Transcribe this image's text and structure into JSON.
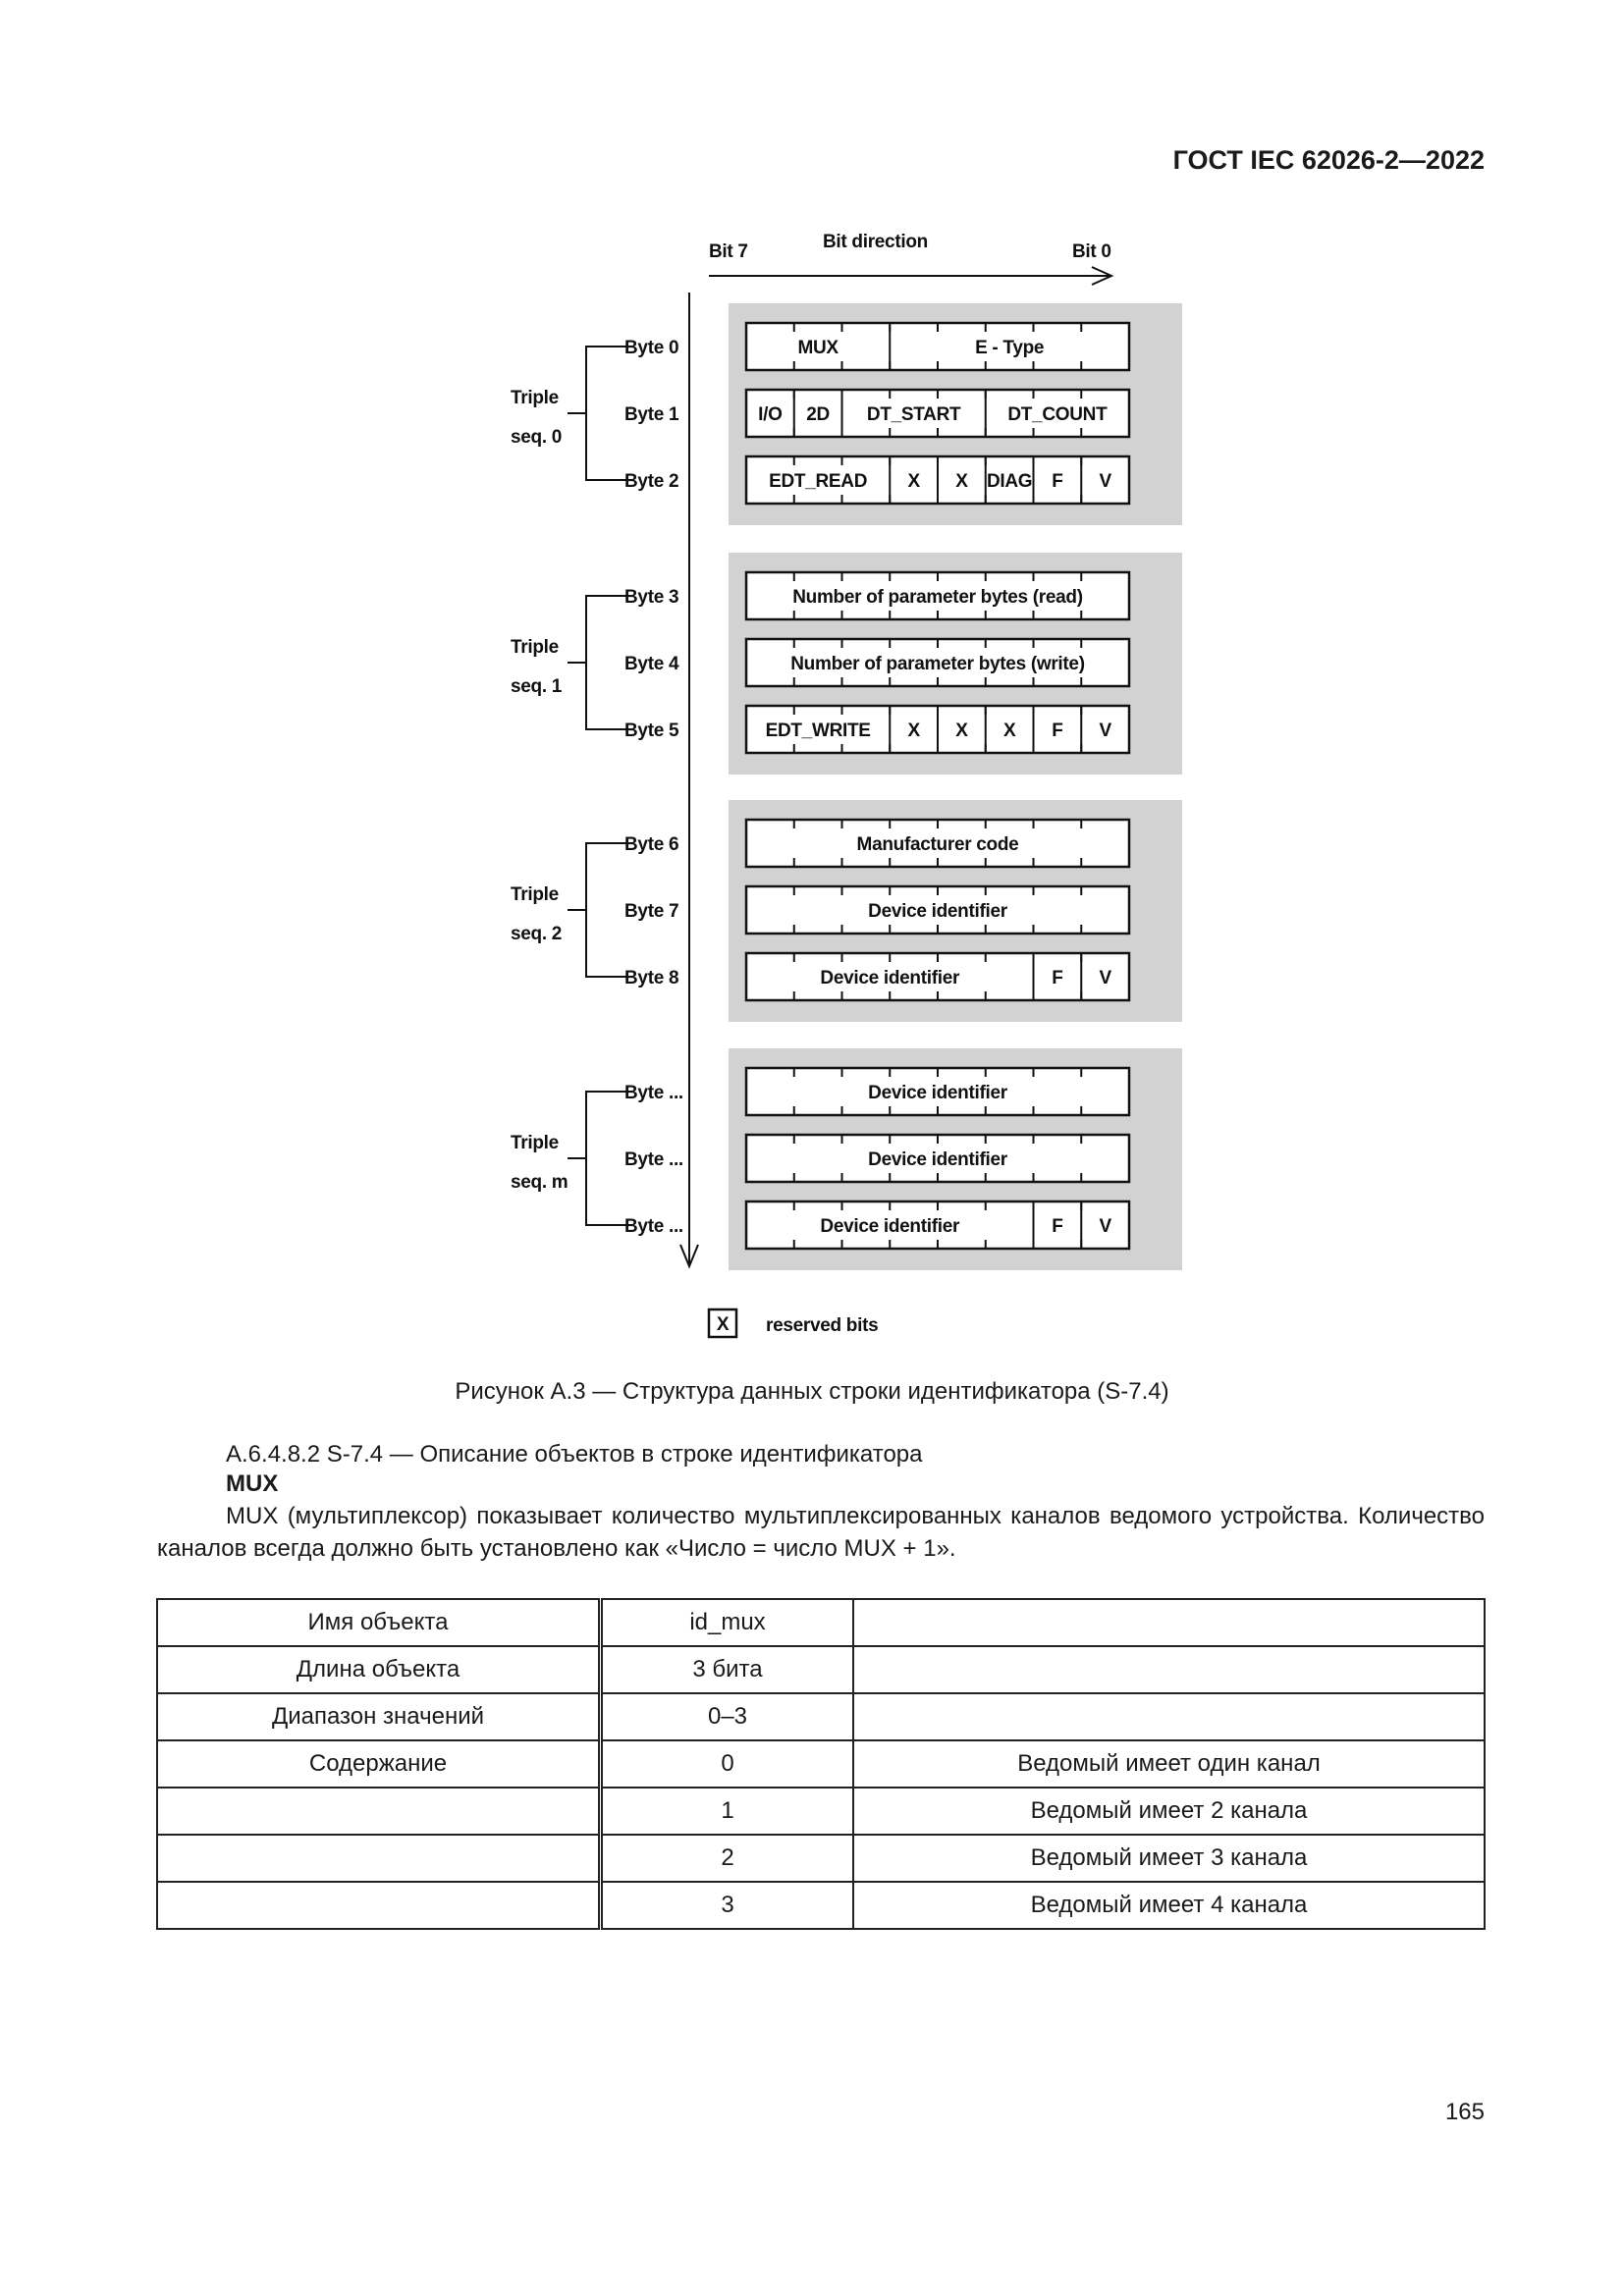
{
  "header": {
    "standard": "ГОСТ IEC 62026-2—2022"
  },
  "figure": {
    "bit_left": "Bit 7",
    "bit_direction": "Bit direction",
    "bit_right": "Bit 0",
    "groups": [
      {
        "name_line1": "Triple",
        "name_line2": "seq. 0",
        "rows": [
          {
            "label": "Byte 0",
            "fields": [
              {
                "text": "MUX",
                "bits": 3
              },
              {
                "text": "E - Type",
                "bits": 5
              }
            ]
          },
          {
            "label": "Byte 1",
            "fields": [
              {
                "text": "I/O",
                "bits": 1
              },
              {
                "text": "2D",
                "bits": 1
              },
              {
                "text": "DT_START",
                "bits": 3
              },
              {
                "text": "DT_COUNT",
                "bits": 3
              }
            ]
          },
          {
            "label": "Byte 2",
            "fields": [
              {
                "text": "EDT_READ",
                "bits": 3
              },
              {
                "text": "X",
                "bits": 1
              },
              {
                "text": "X",
                "bits": 1
              },
              {
                "text": "DIAG",
                "bits": 1
              },
              {
                "text": "F",
                "bits": 1
              },
              {
                "text": "V",
                "bits": 1
              }
            ]
          }
        ]
      },
      {
        "name_line1": "Triple",
        "name_line2": "seq. 1",
        "rows": [
          {
            "label": "Byte 3",
            "fields": [
              {
                "text": "Number of parameter bytes (read)",
                "bits": 8
              }
            ]
          },
          {
            "label": "Byte 4",
            "fields": [
              {
                "text": "Number of parameter bytes (write)",
                "bits": 8
              }
            ]
          },
          {
            "label": "Byte 5",
            "fields": [
              {
                "text": "EDT_WRITE",
                "bits": 3
              },
              {
                "text": "X",
                "bits": 1
              },
              {
                "text": "X",
                "bits": 1
              },
              {
                "text": "X",
                "bits": 1
              },
              {
                "text": "F",
                "bits": 1
              },
              {
                "text": "V",
                "bits": 1
              }
            ]
          }
        ]
      },
      {
        "name_line1": "Triple",
        "name_line2": "seq. 2",
        "rows": [
          {
            "label": "Byte 6",
            "fields": [
              {
                "text": "Manufacturer code",
                "bits": 8
              }
            ]
          },
          {
            "label": "Byte 7",
            "fields": [
              {
                "text": "Device identifier",
                "bits": 8
              }
            ]
          },
          {
            "label": "Byte 8",
            "fields": [
              {
                "text": "Device identifier",
                "bits": 6
              },
              {
                "text": "F",
                "bits": 1
              },
              {
                "text": "V",
                "bits": 1
              }
            ]
          }
        ]
      },
      {
        "name_line1": "Triple",
        "name_line2": "seq. m",
        "rows": [
          {
            "label": "Byte ...",
            "fields": [
              {
                "text": "Device identifier",
                "bits": 8
              }
            ]
          },
          {
            "label": "Byte ...",
            "fields": [
              {
                "text": "Device identifier",
                "bits": 8
              }
            ]
          },
          {
            "label": "Byte ...",
            "fields": [
              {
                "text": "Device identifier",
                "bits": 6
              },
              {
                "text": "F",
                "bits": 1
              },
              {
                "text": "V",
                "bits": 1
              }
            ]
          }
        ]
      }
    ],
    "legend_symbol": "X",
    "legend_text": "reserved bits",
    "caption": "Рисунок А.3 — Структура данных строки идентификатора (S-7.4)"
  },
  "section": {
    "clause": "А.6.4.8.2 S-7.4 — Описание объектов в строке идентификатора",
    "term": "MUX",
    "paragraph": "MUX (мультиплексор) показывает количество мультиплексированных каналов ведомого устройства. Количество каналов всегда должно быть установлено как «Число = число MUX + 1»."
  },
  "table": {
    "rows": [
      [
        "Имя объекта",
        "id_mux",
        ""
      ],
      [
        "Длина объекта",
        "3 бита",
        ""
      ],
      [
        "Диапазон значений",
        "0–3",
        ""
      ],
      [
        "Содержание",
        "0",
        "Ведомый имеет один канал"
      ],
      [
        "",
        "1",
        "Ведомый имеет 2 канала"
      ],
      [
        "",
        "2",
        "Ведомый имеет 3 канала"
      ],
      [
        "",
        "3",
        "Ведомый имеет 4 канала"
      ]
    ]
  },
  "page_number": "165"
}
